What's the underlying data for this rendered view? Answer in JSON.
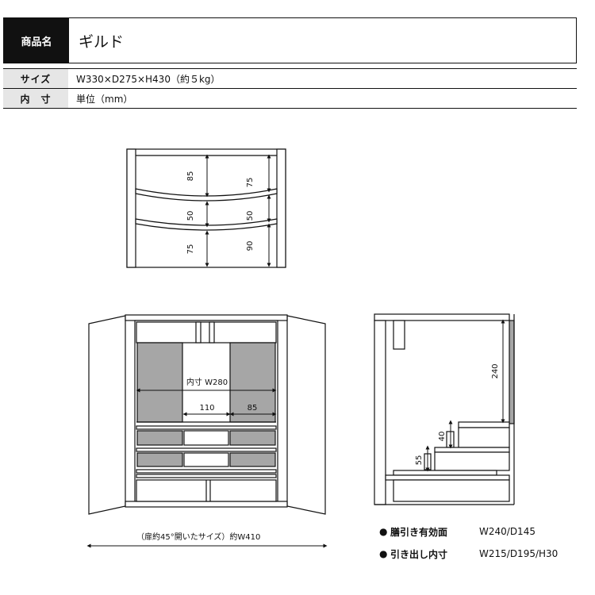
{
  "spec": {
    "name": {
      "label": "商品名",
      "value": "ギルド"
    },
    "size": {
      "label": "サイズ",
      "value": "W330×D275×H430（約５kg）"
    },
    "inner": {
      "label": "内　寸",
      "value": "単位（mm）"
    }
  },
  "top_view": {
    "dims": [
      "85",
      "75",
      "50",
      "50",
      "75",
      "90"
    ]
  },
  "front_view": {
    "inner_width": "内寸 W280",
    "center_width": "110",
    "side_width": "85",
    "open_caption": "（扉約45°開いたサイズ）約W410"
  },
  "side_view": {
    "height": "240",
    "step_upper": "40",
    "step_lower": "55"
  },
  "notes": [
    {
      "bullet": "●",
      "label": "膳引き有効面",
      "value": "W240/D145"
    },
    {
      "bullet": "●",
      "label": "引き出し内寸",
      "value": "W215/D195/H30"
    }
  ]
}
